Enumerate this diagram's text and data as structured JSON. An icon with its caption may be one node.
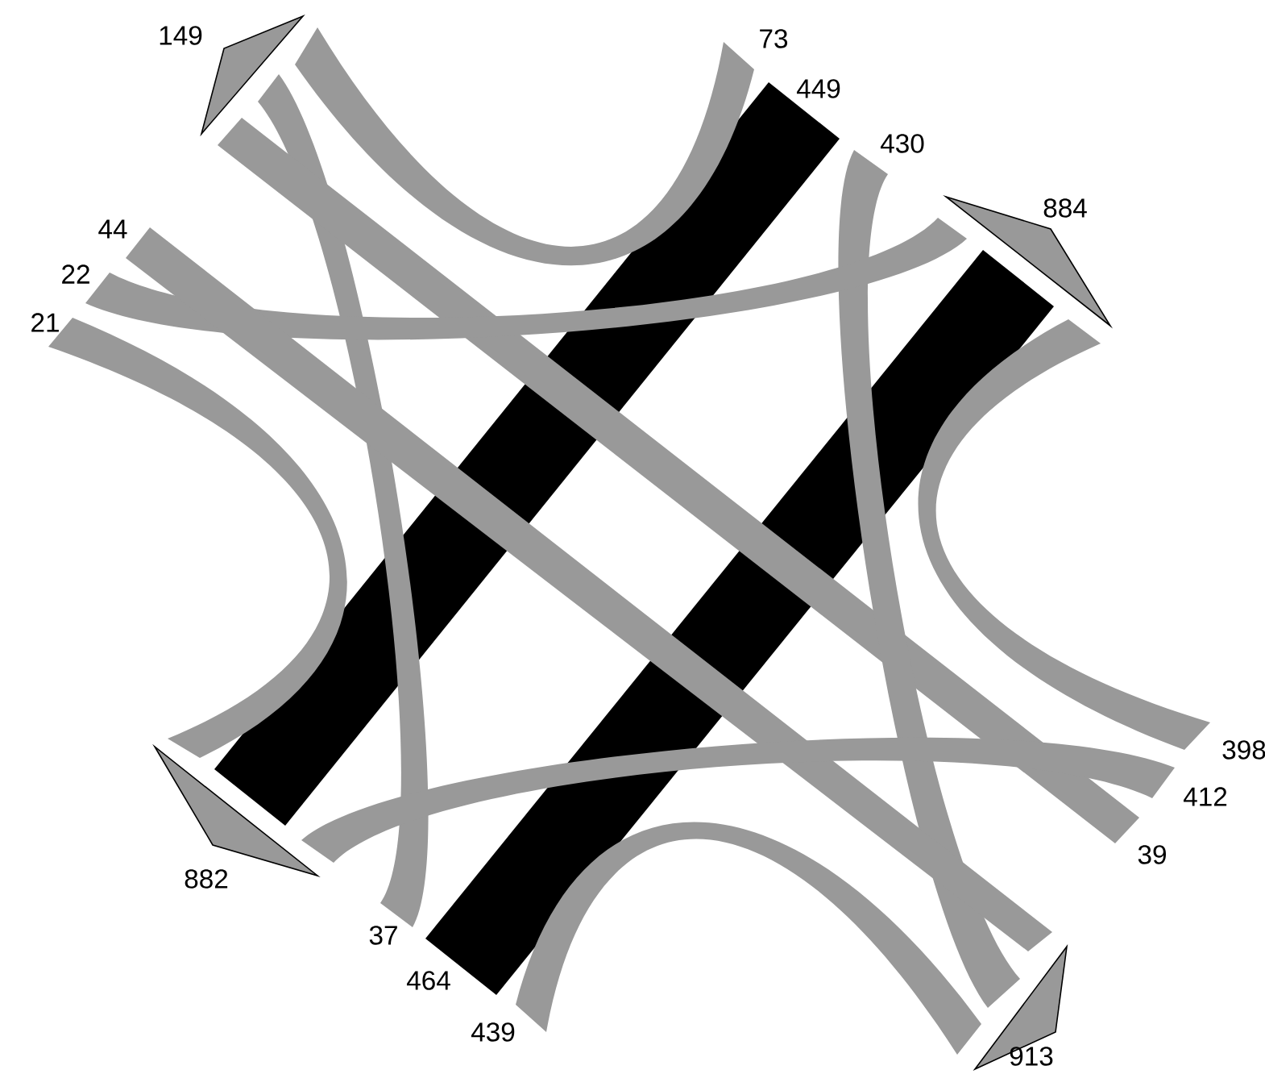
{
  "diagram": {
    "labels": [
      "149",
      "73",
      "449",
      "430",
      "884",
      "44",
      "22",
      "21",
      "398",
      "412",
      "882",
      "39",
      "37",
      "464",
      "439",
      "913"
    ]
  }
}
